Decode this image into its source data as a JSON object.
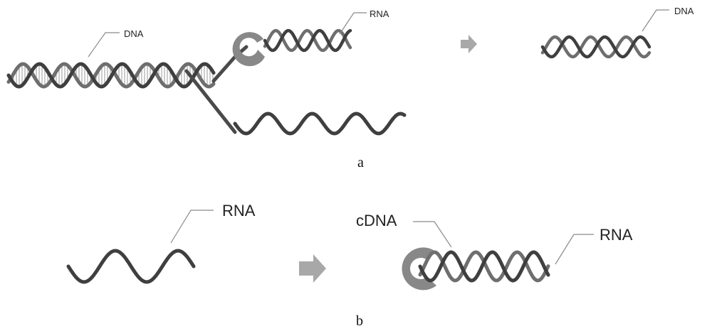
{
  "panel_a": {
    "label_dna_left": "DNA",
    "label_rna_top": "RNA",
    "label_dna_right": "DNA",
    "caption": "a"
  },
  "panel_b": {
    "label_rna_left": "RNA",
    "label_cdna": "cDNA",
    "label_rna_right": "RNA",
    "caption": "b"
  },
  "colors": {
    "strand_dark": "#3f3f3f",
    "strand_mid": "#6e6e6e",
    "enzyme": "#888888",
    "arrow": "#a8a8a8",
    "pointer_line": "#8a8a8a"
  }
}
